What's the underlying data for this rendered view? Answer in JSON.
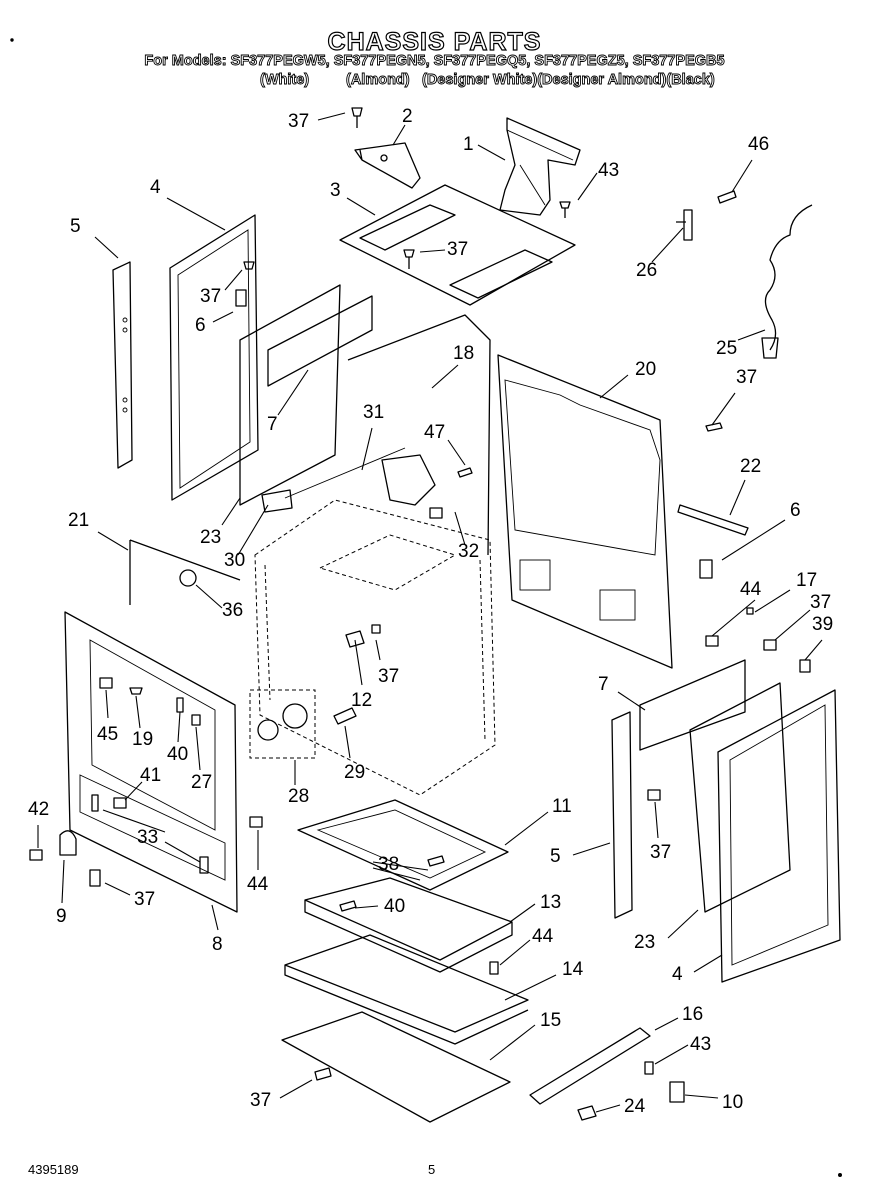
{
  "header": {
    "title": "CHASSIS PARTS",
    "subtitle": "For Models: SF377PEGW5, SF377PEGN5, SF377PEGQ5, SF377PEGZ5, SF377PEGB5",
    "variants": [
      "(White)",
      "(Almond)",
      "(Designer White)(Designer Almond)(Black)"
    ]
  },
  "footer": {
    "doc_number": "4395189",
    "page_number": "5"
  },
  "callouts": [
    "37",
    "2",
    "1",
    "43",
    "46",
    "4",
    "3",
    "37",
    "5",
    "26",
    "37",
    "6",
    "25",
    "7",
    "18",
    "20",
    "37",
    "31",
    "47",
    "22",
    "23",
    "6",
    "30",
    "32",
    "21",
    "36",
    "44",
    "17",
    "37",
    "39",
    "7",
    "37",
    "12",
    "45",
    "19",
    "40",
    "27",
    "28",
    "29",
    "41",
    "11",
    "42",
    "33",
    "44",
    "37",
    "5",
    "38",
    "9",
    "37",
    "40",
    "13",
    "23",
    "8",
    "44",
    "14",
    "4",
    "15",
    "16",
    "43",
    "37",
    "24",
    "10"
  ]
}
